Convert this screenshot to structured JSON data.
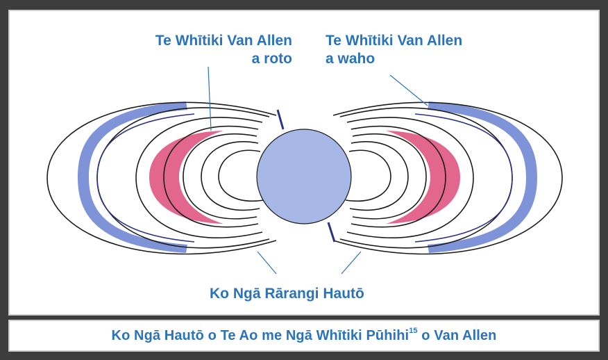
{
  "labels": {
    "inner_belt_line1": "Te Whītiki Van Allen",
    "inner_belt_line2": "a roto",
    "outer_belt_line1": "Te Whītiki Van Allen",
    "outer_belt_line2": "a waho",
    "field_lines": "Ko Ngā Rārangi Hautō"
  },
  "caption": {
    "text_before": "Ko Ngā Hautō o Te Ao me Ngā Whītiki Pūhihi",
    "footnote": "15",
    "text_after": " o Van Allen"
  },
  "colors": {
    "text": "#2a73b8",
    "earth": "#a7b8e6",
    "inner_belt": "#e2668e",
    "outer_belt": "#7f94d8",
    "lines": "#1b1b1b",
    "axis": "#2b3280"
  }
}
